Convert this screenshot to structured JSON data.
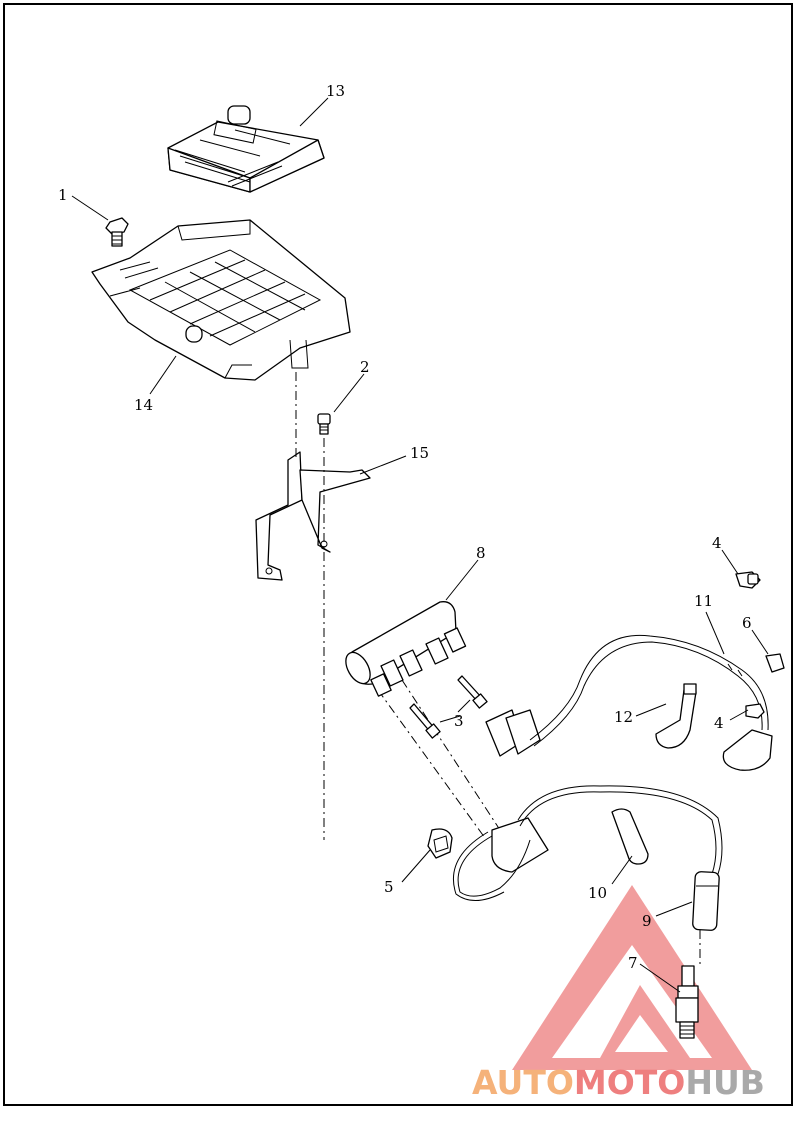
{
  "callouts": [
    {
      "id": "c1",
      "label": "1"
    },
    {
      "id": "c2",
      "label": "2"
    },
    {
      "id": "c3",
      "label": "3"
    },
    {
      "id": "c4a",
      "label": "4"
    },
    {
      "id": "c4b",
      "label": "4"
    },
    {
      "id": "c5",
      "label": "5"
    },
    {
      "id": "c6",
      "label": "6"
    },
    {
      "id": "c7",
      "label": "7"
    },
    {
      "id": "c8",
      "label": "8"
    },
    {
      "id": "c9",
      "label": "9"
    },
    {
      "id": "c10",
      "label": "10"
    },
    {
      "id": "c11",
      "label": "11"
    },
    {
      "id": "c12",
      "label": "12"
    },
    {
      "id": "c13",
      "label": "13"
    },
    {
      "id": "c14",
      "label": "14"
    },
    {
      "id": "c15",
      "label": "15"
    }
  ],
  "watermark": {
    "part1": "AUTO",
    "part2": "MOTO",
    "part3": "HUB",
    "colors": {
      "orange": "#f5b27a",
      "red": "#ee7f7f",
      "gray": "#a9a9a9"
    }
  }
}
